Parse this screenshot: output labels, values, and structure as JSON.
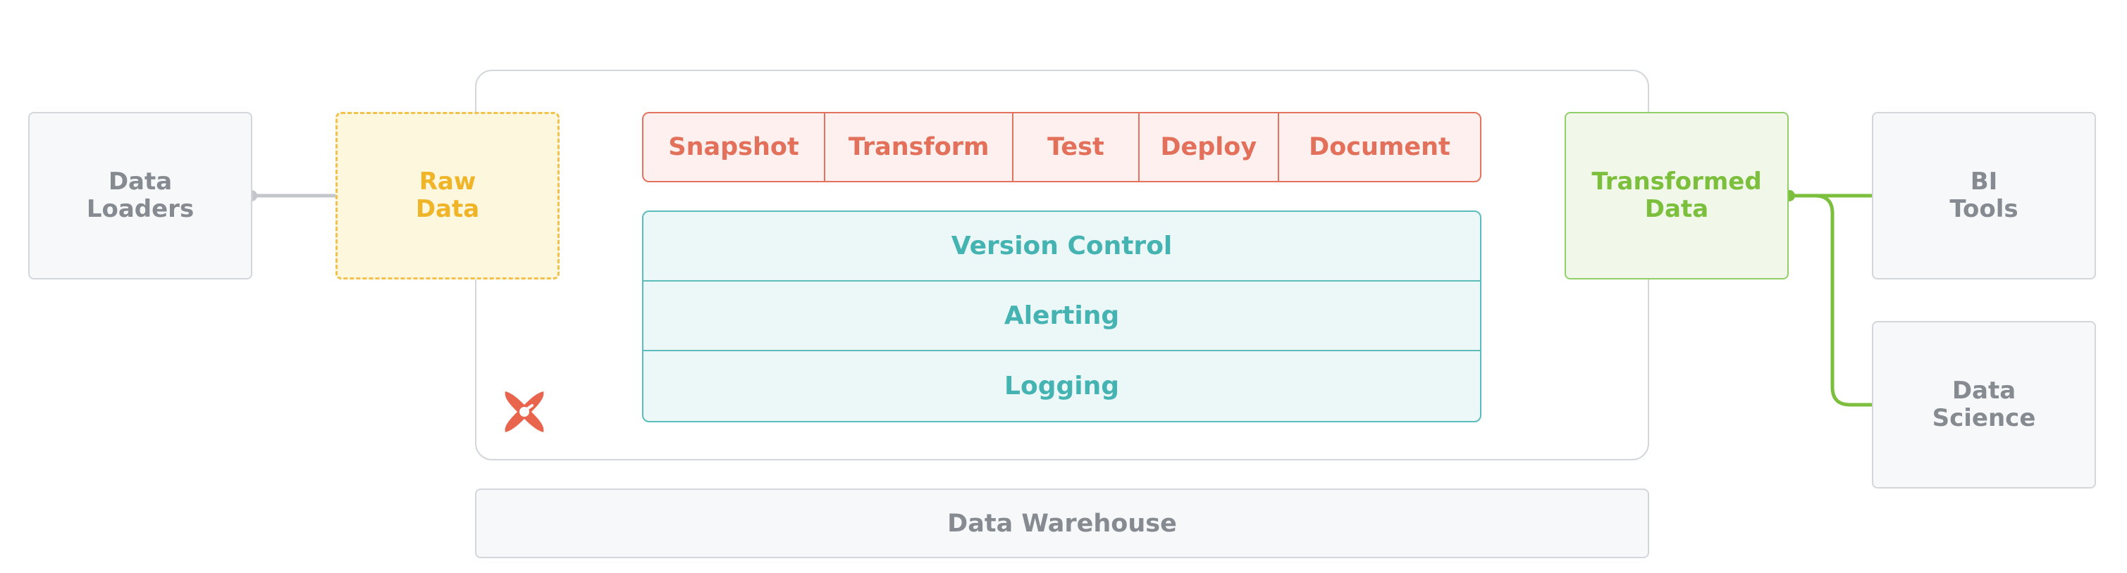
{
  "sources": {
    "loaders_line1": "Data",
    "loaders_line2": "Loaders"
  },
  "raw": {
    "line1": "Raw",
    "line2": "Data"
  },
  "pipeline_steps": [
    {
      "label": "Snapshot"
    },
    {
      "label": "Transform"
    },
    {
      "label": "Test"
    },
    {
      "label": "Deploy"
    },
    {
      "label": "Document"
    }
  ],
  "infrastructure": [
    {
      "label": "Version Control"
    },
    {
      "label": "Alerting"
    },
    {
      "label": "Logging"
    }
  ],
  "transformed": {
    "line1": "Transformed",
    "line2": "Data"
  },
  "consumers": {
    "bi_line1": "BI",
    "bi_line2": "Tools",
    "ds_line1": "Data",
    "ds_line2": "Science"
  },
  "warehouse": {
    "label": "Data Warehouse"
  },
  "colors": {
    "gray": "#858b91",
    "raw": "#f0b429",
    "steps": "#e3735e",
    "infra": "#5bbcbb",
    "transformed": "#7bbf3c",
    "logo": "#e8644c"
  },
  "logo": {
    "icon": "dbt-logo-icon"
  }
}
